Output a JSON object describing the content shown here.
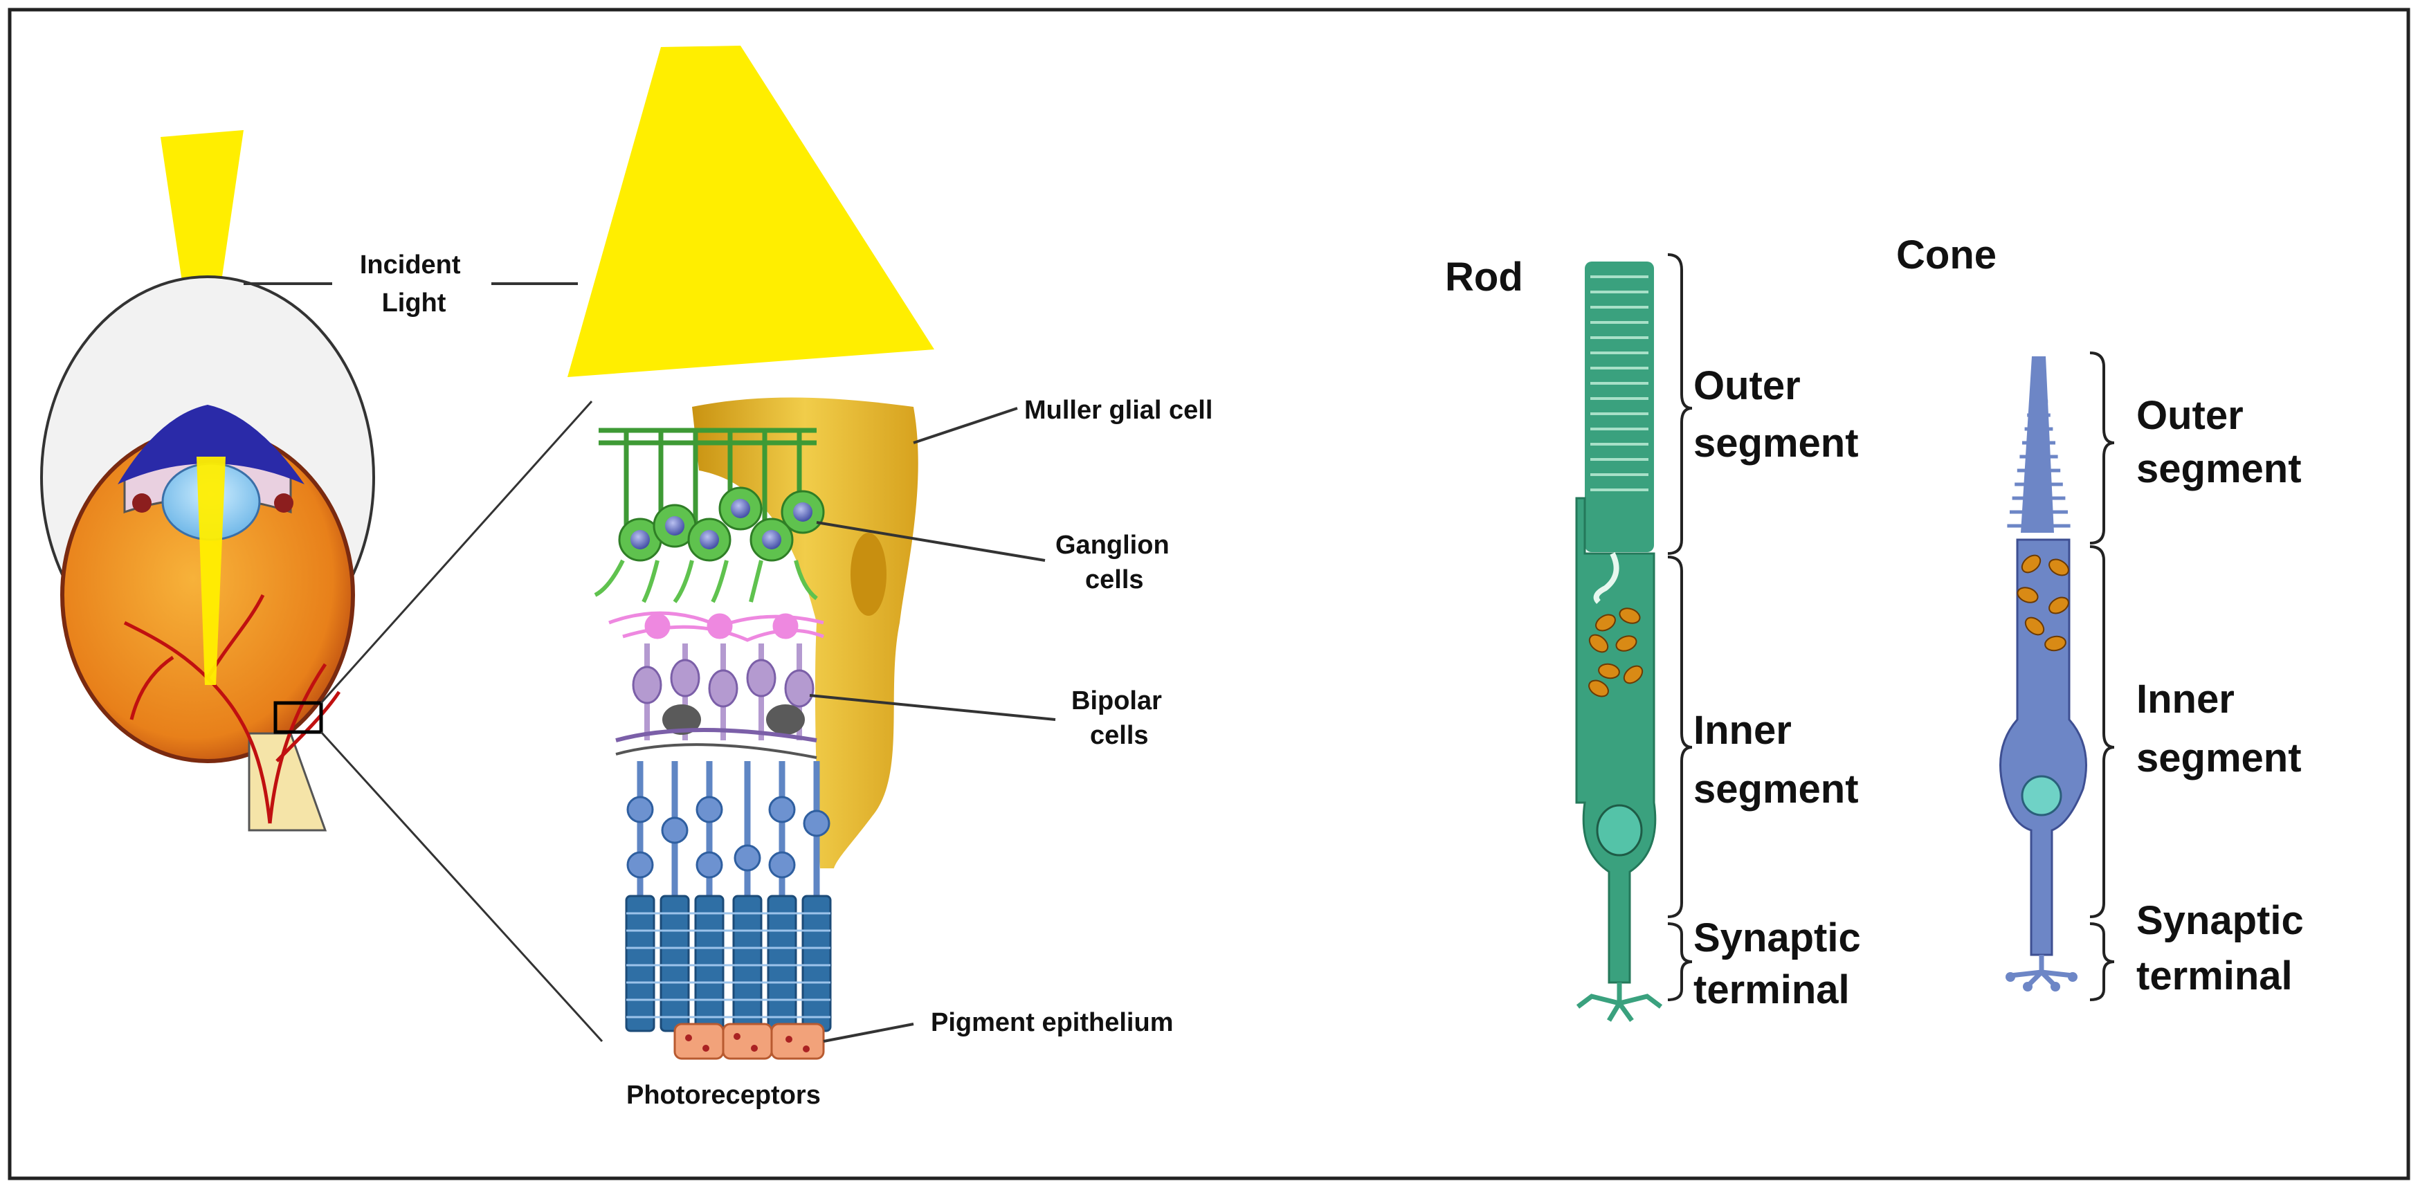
{
  "left_panel": {
    "incident_light": [
      "Incident",
      "Light"
    ],
    "muller": "Muller glial cell",
    "ganglion": [
      "Ganglion",
      "cells"
    ],
    "bipolar": [
      "Bipolar",
      "cells"
    ],
    "pigment": "Pigment epithelium",
    "photoreceptors": "Photoreceptors"
  },
  "right_panel": {
    "rod_title": "Rod",
    "cone_title": "Cone",
    "rod_labels": {
      "outer": [
        "Outer",
        "segment"
      ],
      "inner": [
        "Inner",
        "segment"
      ],
      "synaptic": [
        "Synaptic",
        "terminal"
      ]
    },
    "cone_labels": {
      "outer": [
        "Outer",
        "segment"
      ],
      "inner": [
        "Inner",
        "segment"
      ],
      "synaptic": [
        "Synaptic",
        "terminal"
      ]
    }
  },
  "colors": {
    "light": "#ffee00",
    "cornea": "#2a2aa8",
    "eyeball": "#ee8a10",
    "muller": "#e0b325",
    "ganglion": "#5fc24e",
    "bipolar": "#b49ad0",
    "amacrine": "#ee88e0",
    "photoreceptor": "#2f6fa5",
    "rod": "#3aa17e",
    "cone": "#6d86c6",
    "mitochondria": "#d98a15"
  }
}
